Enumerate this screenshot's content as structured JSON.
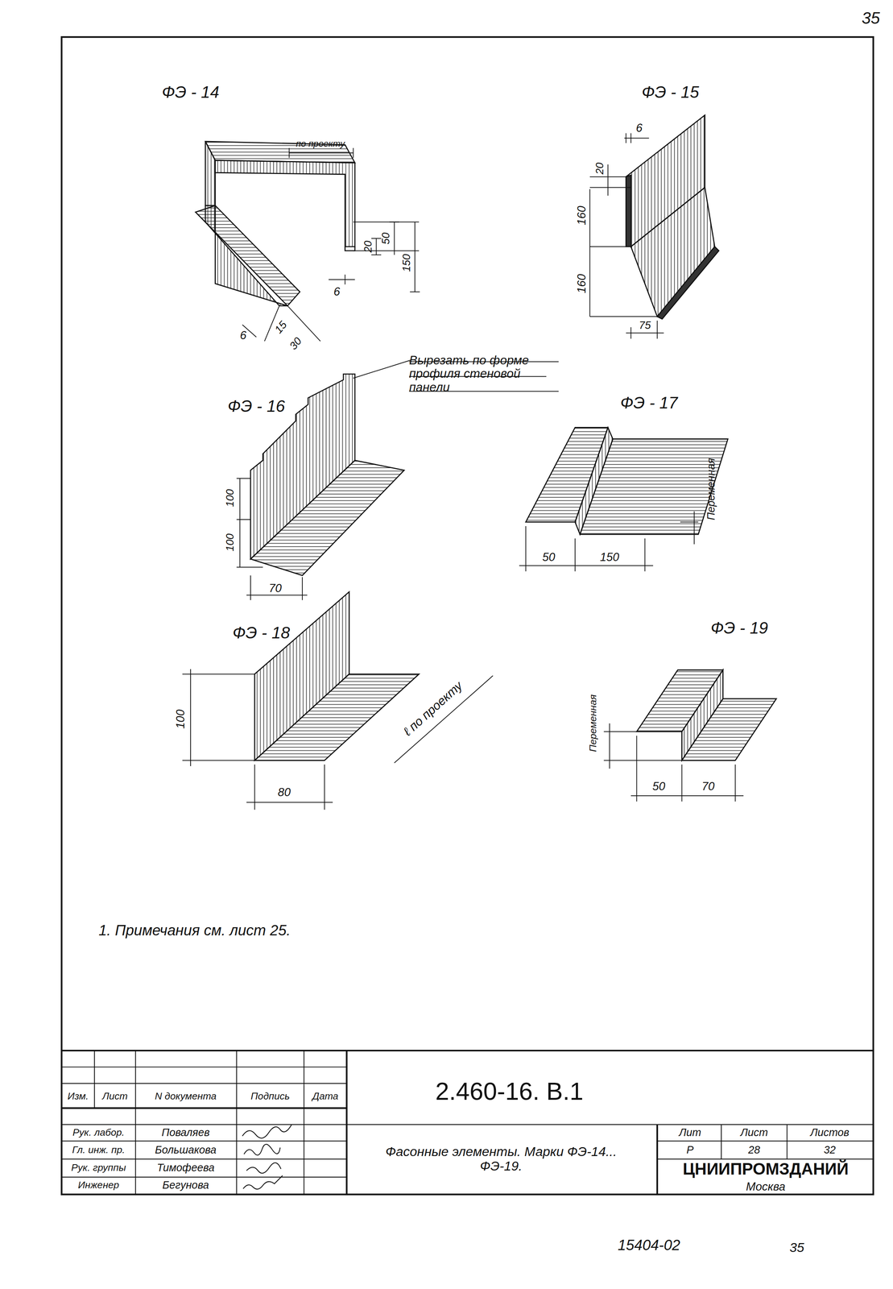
{
  "diagram": {
    "labels": [
      "35",
      "ФЭ - 14",
      "по проекту",
      "6",
      "20",
      "50",
      "150",
      "6",
      "15",
      "30",
      "ФЭ - 15",
      "6",
      "20",
      "160",
      "160",
      "75",
      "Вырезать по форме профиля стеновой панели",
      "ФЭ - 16",
      "100",
      "100",
      "70",
      "ФЭ - 17",
      "Переменная",
      "50",
      "150",
      "ФЭ - 18",
      "100",
      "ℓ по проекту",
      "80",
      "ФЭ - 19",
      "Переменная",
      "50",
      "70",
      "1. Примечания см. лист 25.",
      "2.460-16. В.1",
      "Изм.",
      "Лист",
      "N документа",
      "Подпись",
      "Дата",
      "Рук. лабор.",
      "Поваляев",
      "Гл. инж. пр.",
      "Большакова",
      "Рук. группы",
      "Тимофеева",
      "Инженер",
      "Бегунова",
      "Фасонные элементы. Марки ФЭ-14... ФЭ-19.",
      "Лит",
      "Лист",
      "Листов",
      "Р",
      "28",
      "32",
      "ЦНИИПРОМЗДАНИЙ",
      "Москва",
      "15404-02",
      "35"
    ]
  }
}
